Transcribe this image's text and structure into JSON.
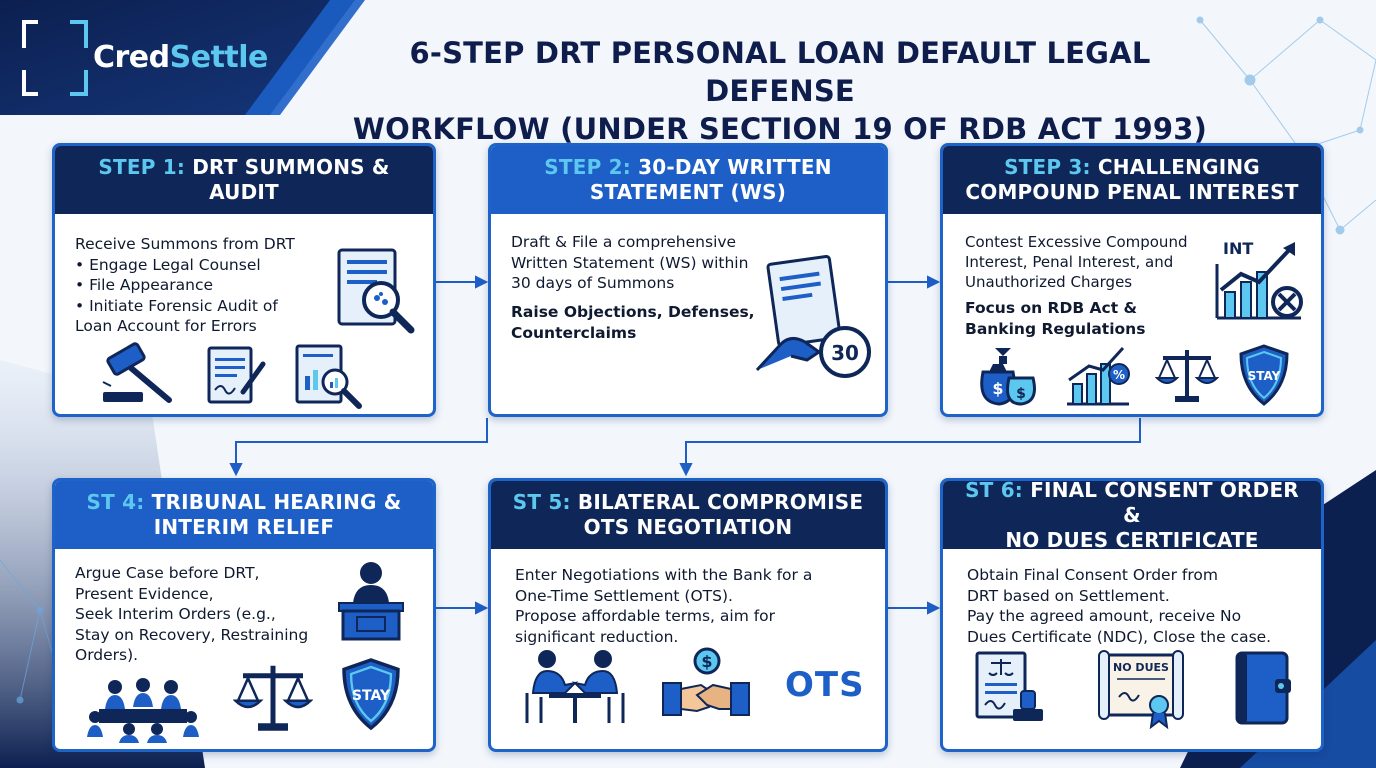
{
  "logo": {
    "part1": "Cred",
    "part2": "Settle"
  },
  "title": {
    "line1": "6-STEP DRT PERSONAL LOAN DEFAULT LEGAL DEFENSE",
    "line2": "WORKFLOW (UNDER SECTION 19 OF RDB ACT 1993)"
  },
  "colors": {
    "navy": "#0f2758",
    "blue": "#1d5fc6",
    "cyan": "#5cc8f0"
  },
  "steps": [
    {
      "num": "STEP 1:",
      "title_line1": "DRT SUMMONS & AUDIT",
      "title_line2": "",
      "body": "Receive Summons from DRT\n• Engage Legal Counsel\n• File Appearance\n• Initiate Forensic Audit of\n   Loan Account for Errors",
      "icons": [
        "document-search-icon",
        "gavel-icon",
        "signed-document-icon",
        "report-magnifier-icon"
      ]
    },
    {
      "num": "STEP 2:",
      "title_line1": "30-DAY WRITTEN",
      "title_line2": "STATEMENT (WS)",
      "body1": "Draft & File a comprehensive\nWritten Statement (WS) within\n30 days of Summons",
      "body2": "Raise Objections, Defenses,\nCounterclaims",
      "badge": "30",
      "icons": [
        "hand-document-30-icon"
      ]
    },
    {
      "num": "STEP 3:",
      "title_line1": "CHALLENGING",
      "title_line2": "COMPOUND PENAL INTEREST",
      "body1": "Contest Excessive Compound\nInterest, Penal Interest, and\nUnauthorized Charges",
      "body2": "Focus on RDB Act &\nBanking Regulations",
      "int_label": "INT",
      "stay_label": "STAY",
      "icons": [
        "interest-chart-icon",
        "money-bags-icon",
        "growth-percent-icon",
        "scales-icon",
        "stay-shield-icon"
      ]
    },
    {
      "num": "ST 4:",
      "title_line1": "TRIBUNAL HEARING &",
      "title_line2": "INTERIM RELIEF",
      "body": "Argue Case before DRT,\nPresent Evidence,\nSeek Interim Orders (e.g.,\nStay on Recovery, Restraining\nOrders).",
      "stay_label": "STAY",
      "icons": [
        "judge-icon",
        "meeting-table-icon",
        "scales-icon",
        "stay-shield-icon"
      ]
    },
    {
      "num": "ST 5:",
      "title_line1": "BILATERAL COMPROMISE",
      "title_line2": "OTS NEGOTIATION",
      "body": "Enter Negotiations with the Bank for a\nOne-Time Settlement (OTS).\nPropose affordable terms, aim for\nsignificant reduction.",
      "ots_label": "OTS",
      "icons": [
        "negotiation-table-icon",
        "handshake-dollar-icon"
      ]
    },
    {
      "num": "ST 6:",
      "title_line1": "FINAL CONSENT ORDER &",
      "title_line2": "NO DUES CERTIFICATE",
      "body": "Obtain Final Consent Order from\nDRT based on Settlement.\nPay the agreed amount, receive No\nDues Certificate (NDC), Close the case.",
      "no_dues_label": "NO DUES",
      "icons": [
        "stamped-order-icon",
        "no-dues-certificate-icon",
        "closed-file-icon"
      ]
    }
  ]
}
